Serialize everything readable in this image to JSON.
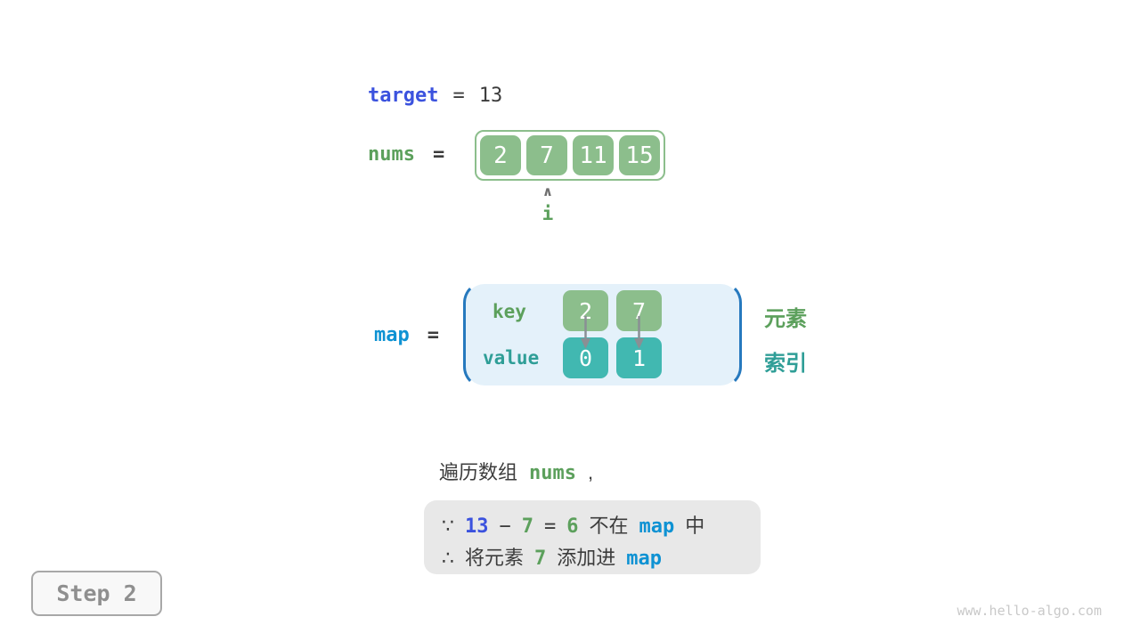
{
  "figure": {
    "target_line": {
      "var": "target",
      "eq": "=",
      "value": "13"
    },
    "nums_line": {
      "var": "nums",
      "eq": "=",
      "values": [
        "2",
        "7",
        "11",
        "15"
      ],
      "pointer_icon": "∧",
      "pointer_label": "i"
    },
    "map_line": {
      "var": "map",
      "eq": "=",
      "key_label": "key",
      "value_label": "value",
      "keys": [
        "2",
        "7"
      ],
      "values": [
        "0",
        "1"
      ],
      "legend_element": "元素",
      "legend_index": "索引"
    },
    "caption": {
      "prefix": "遍历数组",
      "code": "nums",
      "comma": ","
    },
    "note_box": {
      "line1": {
        "because": "∵",
        "target_num": "13",
        "minus": "−",
        "elem_num": "7",
        "equals": "=",
        "diff_num": "6",
        "not_in": "不在",
        "map_code": "map",
        "in_suffix": "中"
      },
      "line2": {
        "therefore": "∴",
        "prefix": "将元素",
        "elem_num": "7",
        "action": "添加进",
        "map_code": "map"
      }
    },
    "step_label": "Step 2",
    "watermark": "www.hello-algo.com",
    "colors": {
      "array_green": "#8CBE8C",
      "value_teal": "#41B8B1",
      "green_text": "#5CA05C",
      "teal_text": "#2F9E97",
      "royal_blue": "#3B52DE",
      "azure_blue": "#0E92D3",
      "dark_text": "#3C3C3C",
      "map_fill": "#E4F1FA",
      "bracket_blue": "#2679BE",
      "note_bg": "#E8E8E8",
      "arrow_gray": "#8A8F94"
    }
  }
}
